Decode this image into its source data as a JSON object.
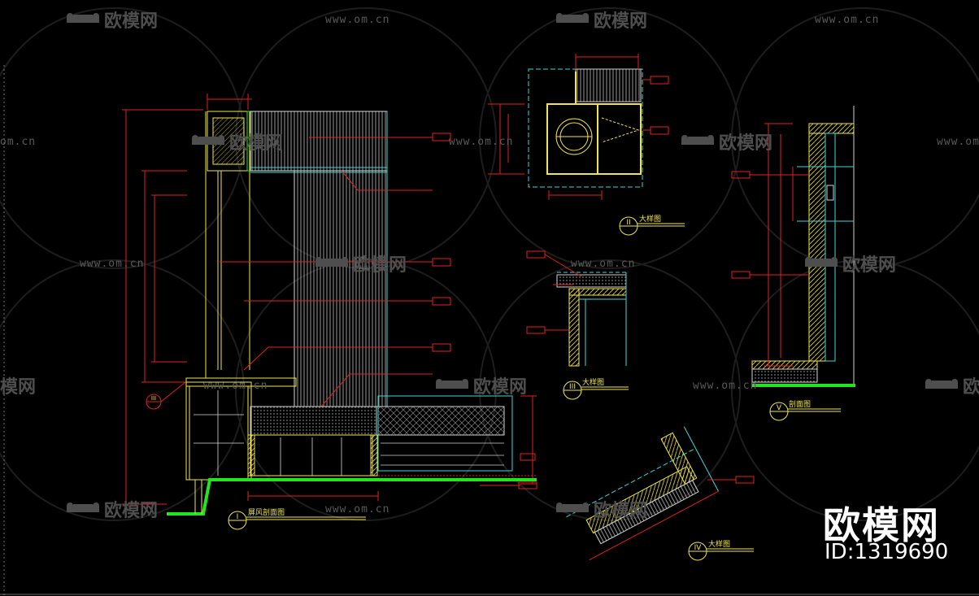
{
  "watermark": {
    "url": "www.om.cn",
    "url_partial": "om.cn",
    "name": "欧模网",
    "name_partial": "模网"
  },
  "brand": {
    "name": "欧模网",
    "id": "ID:1319690"
  },
  "details": {
    "main_section": {
      "number": "I",
      "title": "屏风剖面图"
    },
    "detail_2": {
      "number": "II",
      "title": "大样图"
    },
    "detail_3": {
      "number": "III",
      "title": "大样图"
    },
    "detail_4": {
      "number": "IV",
      "title": "大样图"
    },
    "detail_5": {
      "number": "V",
      "title": "剖面图"
    },
    "callout_3": {
      "number": "III"
    }
  },
  "colors": {
    "background": "#000000",
    "dimension": "#e02020",
    "outline": "#f0e64a",
    "cyan": "#3fd6d6",
    "green": "#22e61c",
    "hatch": "#d8d8d8",
    "leader": "#e02020"
  }
}
